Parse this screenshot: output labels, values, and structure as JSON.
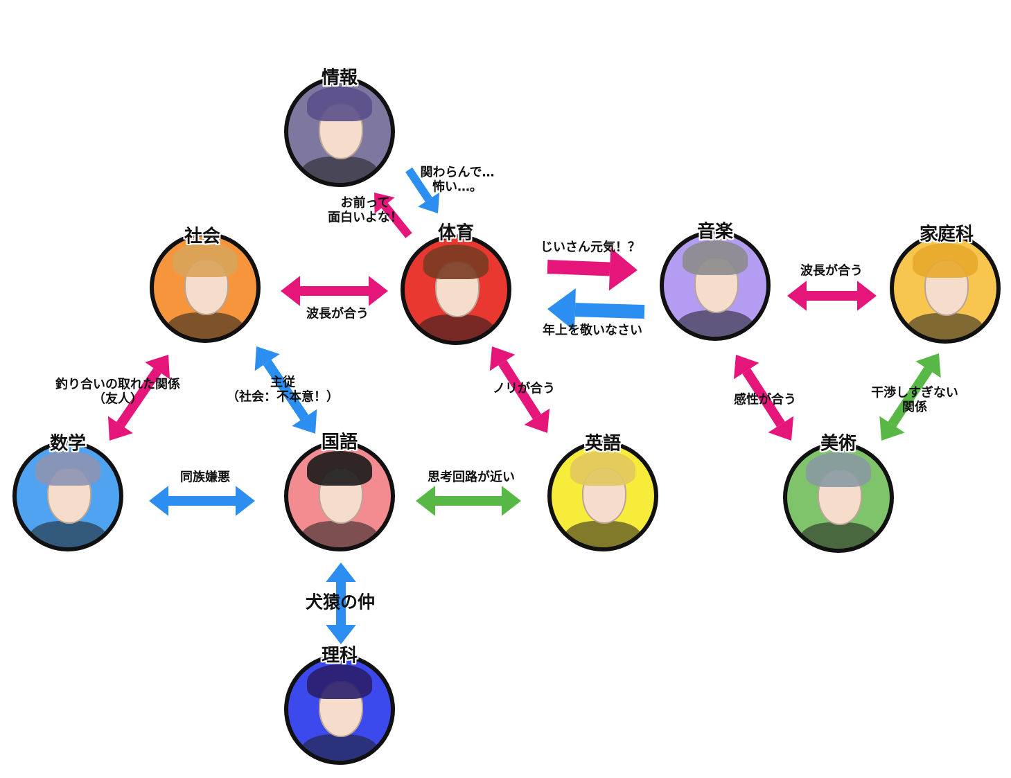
{
  "colors": {
    "pink": "#e5157a",
    "blue": "#2b8ef0",
    "green": "#58b846"
  },
  "nodes": [
    {
      "id": "joho",
      "name": "情報",
      "bg": "#7e78a0",
      "hair": "#5b4f8a"
    },
    {
      "id": "taiiku",
      "name": "体育",
      "bg": "#e8382f",
      "hair": "#7a3b22"
    },
    {
      "id": "shakai",
      "name": "社会",
      "bg": "#f6953b",
      "hair": "#d9a45a"
    },
    {
      "id": "ongaku",
      "name": "音楽",
      "bg": "#b49cf2",
      "hair": "#8c8c8c"
    },
    {
      "id": "katei",
      "name": "家庭科",
      "bg": "#f8c64e",
      "hair": "#e8a92c"
    },
    {
      "id": "sugaku",
      "name": "数学",
      "bg": "#4fa3f1",
      "hair": "#8d93b3"
    },
    {
      "id": "kokugo",
      "name": "国語",
      "bg": "#f28c90",
      "hair": "#1b1b1b"
    },
    {
      "id": "eigo",
      "name": "英語",
      "bg": "#f8ec3b",
      "hair": "#e1c85e"
    },
    {
      "id": "bijutsu",
      "name": "美術",
      "bg": "#7fc46b",
      "hair": "#8a9aa2"
    },
    {
      "id": "rika",
      "name": "理科",
      "bg": "#3c49ec",
      "hair": "#2a1f6b"
    }
  ],
  "relations": [
    {
      "id": "joho-taiiku",
      "labels": [
        "関わらんで…",
        "怖い…。"
      ]
    },
    {
      "id": "taiiku-joho",
      "labels": [
        "お前って",
        "面白いよな！"
      ]
    },
    {
      "id": "shakai-taiiku",
      "labels": [
        "波長が合う"
      ]
    },
    {
      "id": "taiiku-ongaku",
      "labels": [
        "じいさん元気！？"
      ]
    },
    {
      "id": "ongaku-taiiku",
      "labels": [
        "年上を敬いなさい"
      ]
    },
    {
      "id": "ongaku-katei",
      "labels": [
        "波長が合う"
      ]
    },
    {
      "id": "shakai-sugaku",
      "labels": [
        "釣り合いの取れた関係",
        "（友人）"
      ]
    },
    {
      "id": "shakai-kokugo",
      "labels": [
        "主従",
        "（社会：不本意！）"
      ]
    },
    {
      "id": "taiiku-eigo",
      "labels": [
        "ノリが合う"
      ]
    },
    {
      "id": "ongaku-bijutsu",
      "labels": [
        "感性が合う"
      ]
    },
    {
      "id": "katei-bijutsu",
      "labels": [
        "干渉しすぎない",
        "関係"
      ]
    },
    {
      "id": "sugaku-kokugo",
      "labels": [
        "同族嫌悪"
      ]
    },
    {
      "id": "kokugo-eigo",
      "labels": [
        "思考回路が近い"
      ]
    },
    {
      "id": "kokugo-rika",
      "labels": [
        "犬猿の仲"
      ]
    }
  ]
}
